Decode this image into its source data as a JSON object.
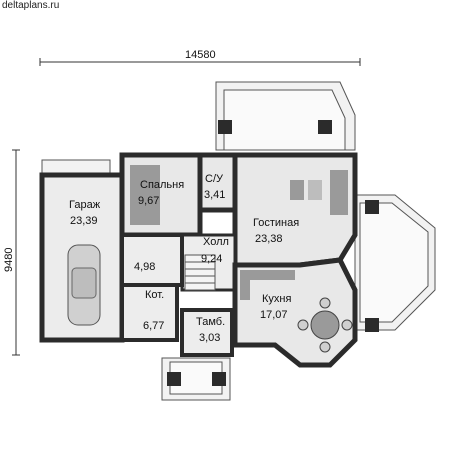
{
  "site": "deltaplans.ru",
  "dimensions": {
    "width": "14580",
    "depth": "9480"
  },
  "rooms": [
    {
      "name": "Гараж",
      "area": "23,39"
    },
    {
      "name": "Спальня",
      "area": "9,67"
    },
    {
      "name": "С/У",
      "area": "3,41"
    },
    {
      "name": "Гостиная",
      "area": "23,38"
    },
    {
      "name": "Холл",
      "area": "9,24"
    },
    {
      "name": "",
      "area": "4,98"
    },
    {
      "name": "Кухня",
      "area": "17,07"
    },
    {
      "name": "Кот.",
      "area": "6,77"
    },
    {
      "name": "Тамб.",
      "area": "3,03"
    }
  ],
  "colors": {
    "wall": "#2b2b2b",
    "floor": "#e6e6e6",
    "dark_floor": "#9a9a9a",
    "line": "#333333"
  }
}
